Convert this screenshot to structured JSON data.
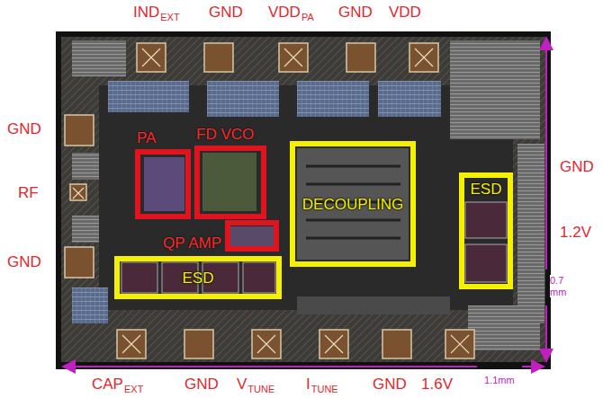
{
  "diagram": {
    "nodes": [
      {
        "text": [
          "PA"
        ]
      },
      {
        "text": [
          "FD VCO"
        ]
      },
      {
        "text": [
          "QP AMP"
        ]
      },
      {
        "text": [
          "DECOUPLING"
        ]
      },
      {
        "text": [
          "ESD"
        ]
      },
      {
        "text": [
          "ESD"
        ]
      }
    ],
    "labels": [
      "IND",
      "EXT",
      "GND",
      "VDD",
      "PA",
      "GND",
      "VDD",
      "GND",
      "RF",
      "GND",
      "GND",
      "1.2V",
      "0.7 mm",
      "CAP",
      "EXT",
      "GND",
      "V",
      "TUNE",
      "I",
      "TUNE",
      "GND",
      "1.6V",
      "1.1mm"
    ]
  }
}
